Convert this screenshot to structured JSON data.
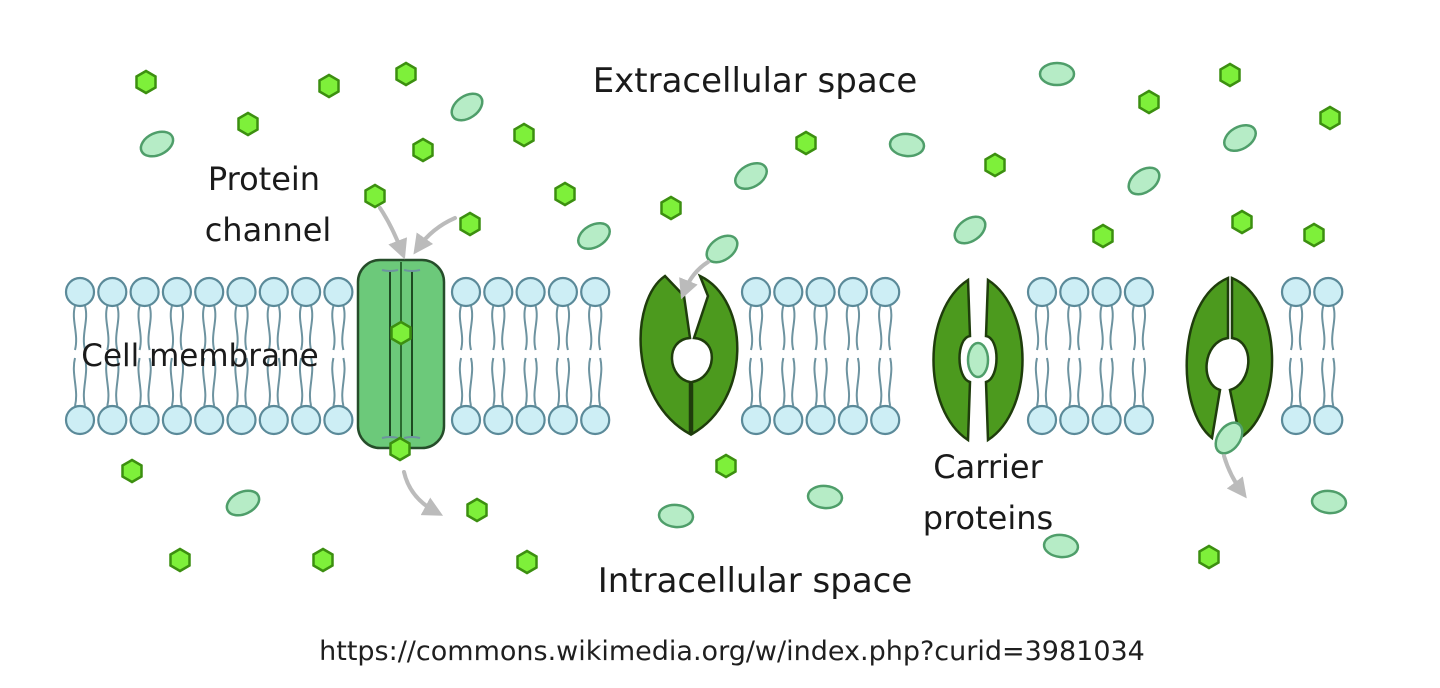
{
  "labels": {
    "extracellular": "Extracellular space",
    "intracellular": "Intracellular space",
    "protein_channel_line1": "Protein",
    "protein_channel_line2": "channel",
    "cell_membrane": "Cell membrane",
    "carrier_line1": "Carrier",
    "carrier_line2": "proteins",
    "source": "https://commons.wikimedia.org/w/index.php?curid=3981034"
  },
  "colors": {
    "lipid_head": "#cdeef5",
    "glucose_molecule": "#7ef03a",
    "oval_molecule": "#b6ecc6",
    "carrier_protein": "#4c9a1e",
    "channel_protein": "#6cc97a",
    "arrow": "#bbbbbb"
  }
}
